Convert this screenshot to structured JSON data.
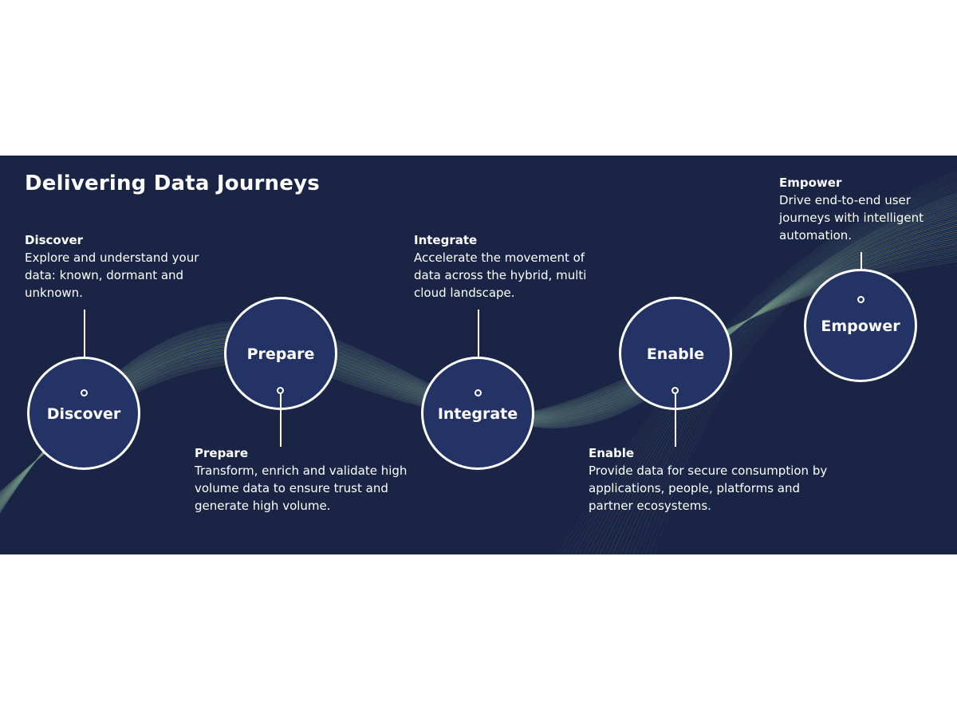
{
  "title": "Delivering Data Journeys",
  "stages": [
    {
      "id": "discover",
      "label": "Discover",
      "heading": "Discover",
      "text": "Explore and understand your data: known, dormant and unknown."
    },
    {
      "id": "prepare",
      "label": "Prepare",
      "heading": "Prepare",
      "text": "Transform, enrich and validate high volume data to ensure trust and generate high volume."
    },
    {
      "id": "integrate",
      "label": "Integrate",
      "heading": "Integrate",
      "text": "Accelerate the movement of data across the hybrid, multi cloud landscape."
    },
    {
      "id": "enable",
      "label": "Enable",
      "heading": "Enable",
      "text": "Provide data for secure consumption by applications, people, platforms and partner ecosystems."
    },
    {
      "id": "empower",
      "label": "Empower",
      "heading": "Empower",
      "text": "Drive end-to-end user journeys with intelligent automation."
    }
  ],
  "colors": {
    "background": "#1a2546",
    "circle_fill": "#243366",
    "circle_stroke": "#ffffff",
    "wave_blue": "#3f7fb8",
    "wave_green": "#6fa27a",
    "wave_gold": "#a8a15a"
  }
}
